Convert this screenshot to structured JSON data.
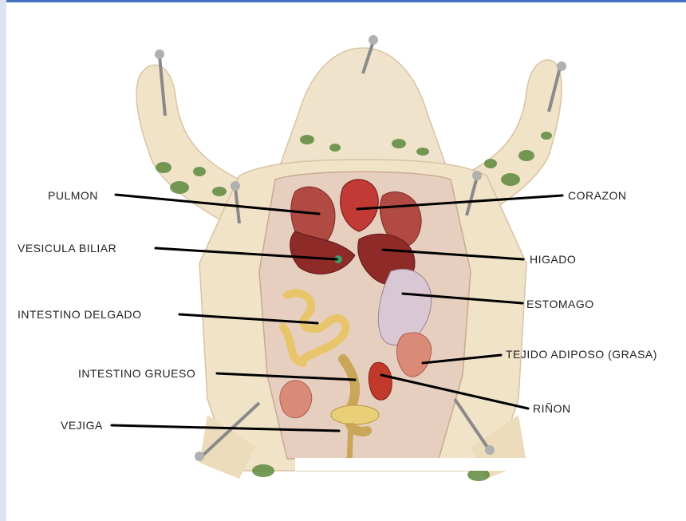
{
  "diagram": {
    "labels": {
      "pulmon": "PULMON",
      "vesicula": "VESICULA BILIAR",
      "intestino_delgado": "INTESTINO DELGADO",
      "intestino_grueso": "INTESTINO GRUESO",
      "vejiga": "VEJIGA",
      "corazon": "CORAZON",
      "higado": "HIGADO",
      "estomago": "ESTOMAGO",
      "tejido": "TEJIDO ADIPOSO (GRASA)",
      "rinon": "RIÑON"
    },
    "colors": {
      "skin": "#f1e3c8",
      "spots": "#5e8a3e",
      "organ_red": "#a8302c",
      "intestine": "#e8c56a",
      "stomach": "#d9c7d4",
      "pin": "#8a8a8a",
      "frame": "#4472c4"
    }
  }
}
